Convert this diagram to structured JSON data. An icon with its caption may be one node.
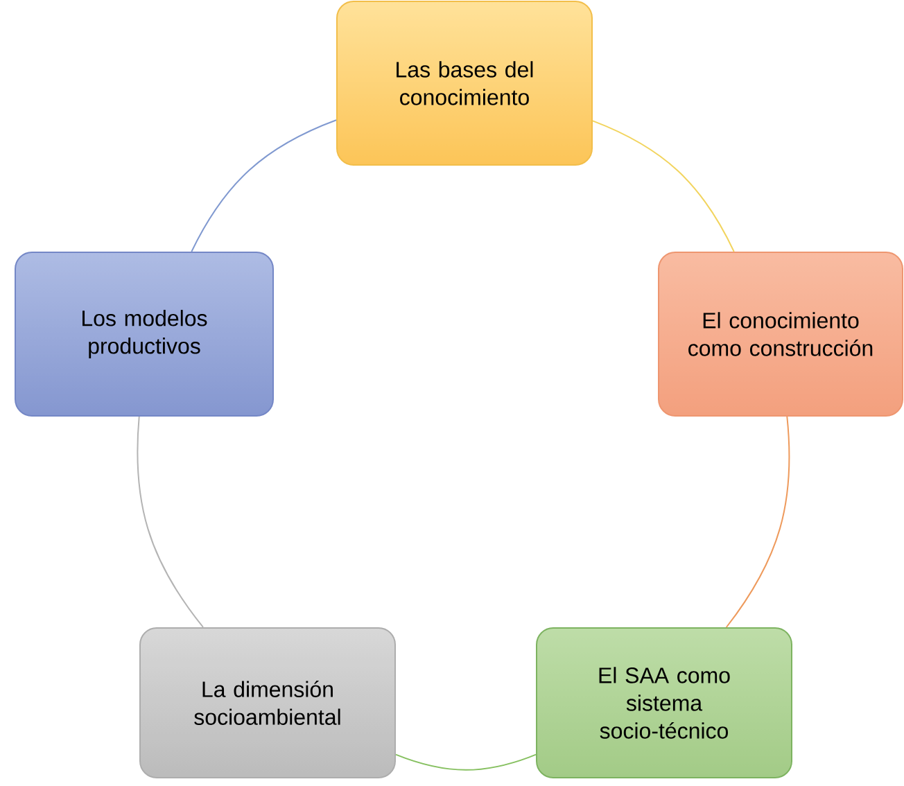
{
  "diagram": {
    "nodes": [
      {
        "text": [
          "Las bases del conocimiento"
        ]
      },
      {
        "text": [
          "El conocimiento como construcción"
        ]
      },
      {
        "text": [
          "El SAA como sistema socio-técnico"
        ]
      },
      {
        "text": [
          "La dimensión socioambiental"
        ]
      },
      {
        "text": [
          "Los modelos productivos"
        ]
      }
    ],
    "edges": [
      {
        "from": 0,
        "to": 1,
        "arrow": "none",
        "color": "#f2d45e"
      },
      {
        "from": 1,
        "to": 2,
        "arrow": "none",
        "color": "#ee9a5c"
      },
      {
        "from": 2,
        "to": 3,
        "arrow": "none",
        "color": "#86c060"
      },
      {
        "from": 3,
        "to": 4,
        "arrow": "none",
        "color": "#b4b4b4"
      },
      {
        "from": 4,
        "to": 0,
        "arrow": "none",
        "color": "#8099d0"
      }
    ]
  }
}
